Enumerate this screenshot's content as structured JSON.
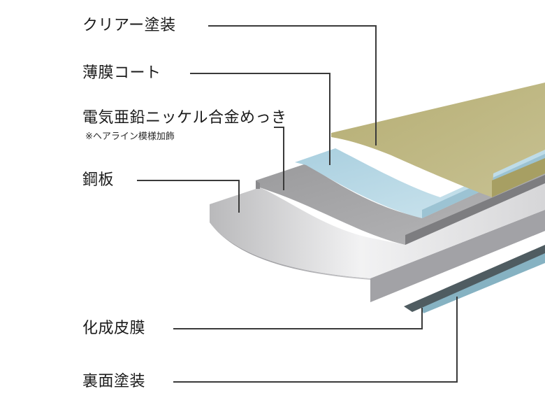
{
  "layers": [
    {
      "id": "clear-coat",
      "label": "クリアー塗装",
      "color": "#b9b27d"
    },
    {
      "id": "thin-film-coat",
      "label": "薄膜コート",
      "color": "#bcd9e6"
    },
    {
      "id": "zinc-nickel-plating",
      "label": "電気亜鉛ニッケル合金めっき",
      "note": "※ヘアライン模様加飾",
      "color": "#8c8c8c"
    },
    {
      "id": "steel-plate",
      "label": "鋼板",
      "color": "#c8c8c8"
    },
    {
      "id": "chemical-conversion-film",
      "label": "化成皮膜",
      "color": "#5f6e72"
    },
    {
      "id": "back-coating",
      "label": "裏面塗装",
      "color": "#8fb8c6"
    }
  ]
}
